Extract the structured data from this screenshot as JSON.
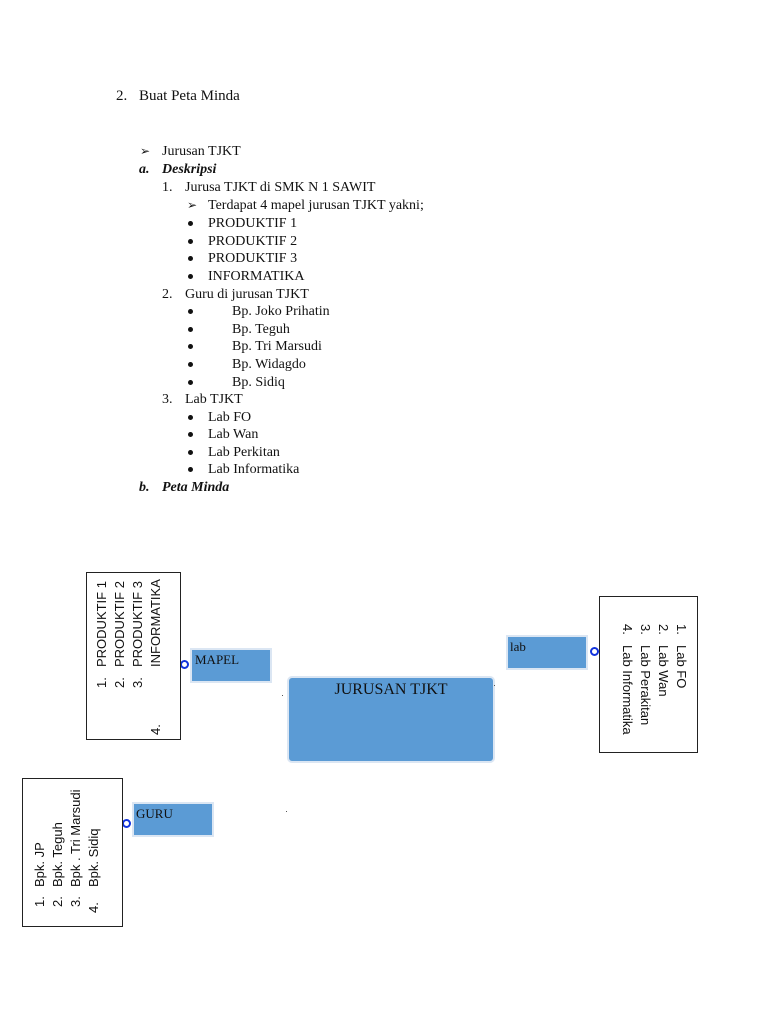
{
  "heading": {
    "number": "2.",
    "text": "Buat Peta Minda"
  },
  "section_title": "Jurusan TJKT",
  "part_a": {
    "marker": "a.",
    "title": "Deskripsi"
  },
  "item1": {
    "number": "1.",
    "text": "Jurusa TJKT di SMK N 1 SAWIT",
    "sub": "Terdapat 4 mapel jurusan TJKT yakni;",
    "bullets": [
      "PRODUKTIF 1",
      "PRODUKTIF 2",
      "PRODUKTIF 3",
      "INFORMATIKA"
    ]
  },
  "item2": {
    "number": "2.",
    "text": "Guru di jurusan TJKT",
    "bullets": [
      "Bp. Joko Prihatin",
      "Bp. Teguh",
      "Bp. Tri Marsudi",
      "Bp. Widagdo",
      "Bp. Sidiq"
    ]
  },
  "item3": {
    "number": "3.",
    "text": "Lab TJKT",
    "bullets": [
      "Lab FO",
      "Lab Wan",
      "Lab Perkitan",
      "Lab Informatika"
    ]
  },
  "part_b": {
    "marker": "b.",
    "title": "Peta Minda"
  },
  "mindmap": {
    "center": "JURUSAN TJKT",
    "mapel": {
      "label": "MAPEL",
      "numbers": [
        "1.",
        "2.",
        "3.",
        "4."
      ],
      "items": [
        "PRODUKTIF 1",
        "PRODUKTIF 2",
        "PRODUKTIF 3",
        "INFORMATIKA"
      ]
    },
    "lab": {
      "label": "lab",
      "numbers": [
        "1.",
        "2.",
        "3.",
        "4."
      ],
      "items": [
        "Lab FO",
        "Lab Wan",
        "Lab Perakitan",
        "Lab Informatika"
      ]
    },
    "guru": {
      "label": "GURU",
      "numbers": [
        "1.",
        "2.",
        "3.",
        "4."
      ],
      "items": [
        "Bpk. JP",
        "Bpk. Teguh",
        "Bpk . Tri Marsudi",
        "Bpk. Sidiq"
      ]
    },
    "colors": {
      "box_fill": "#5b9bd5",
      "connector": "#1133dd"
    }
  }
}
